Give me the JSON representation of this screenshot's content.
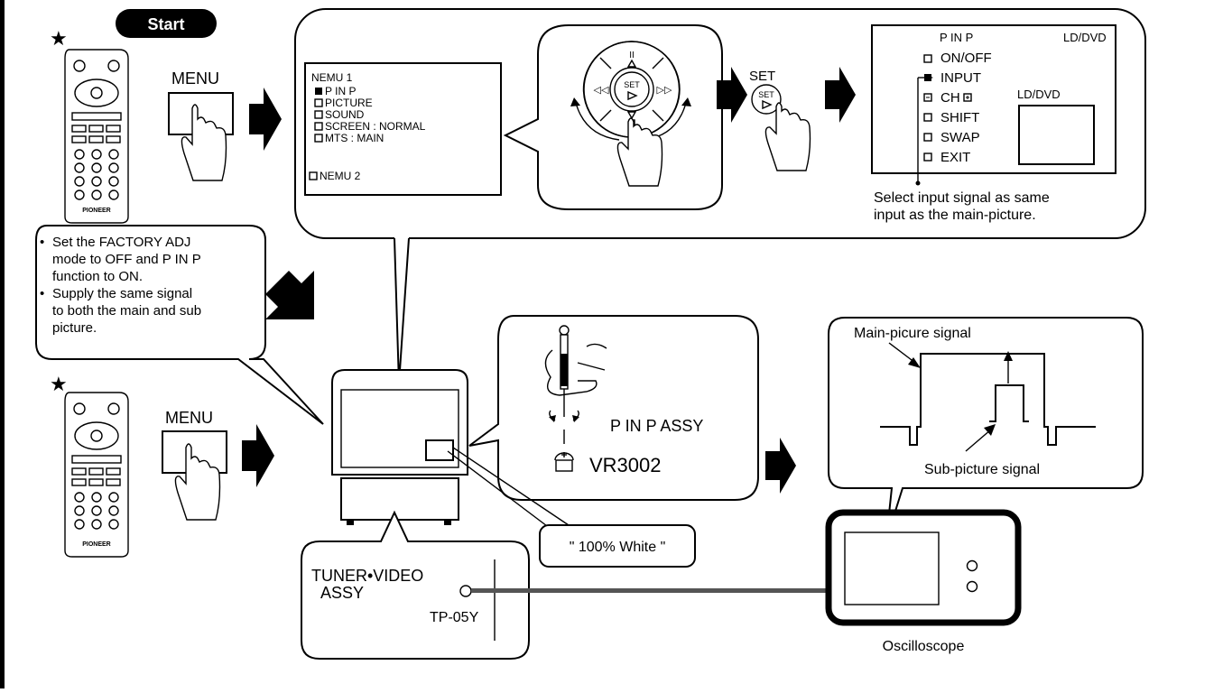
{
  "start_label": "Start",
  "menu_label_top": "MENU",
  "menu_label_bottom": "MENU",
  "set_label": "SET",
  "set_button_text": "SET",
  "menu_screen": {
    "title": "NEMU 1",
    "items": [
      "P IN P",
      "PICTURE",
      "SOUND",
      "SCREEN : NORMAL",
      "MTS : MAIN"
    ],
    "footer": "NEMU 2"
  },
  "pinp_screen": {
    "title": "P IN P",
    "source": "LD/DVD",
    "items": [
      "ON/OFF",
      "INPUT",
      "CH",
      "SHIFT",
      "SWAP",
      "EXIT"
    ],
    "sub_window_label": "LD/DVD"
  },
  "select_note": [
    "Select input signal as same",
    "input as the main-picture."
  ],
  "setup_note": [
    "Set the FACTORY ADJ",
    "mode to OFF and P IN P",
    "function to ON.",
    "Supply the same signal",
    "to both the main and sub",
    "picture."
  ],
  "adjust": {
    "assy": "P IN P  ASSY",
    "vr": "VR3002"
  },
  "white_signal": "\" 100% White \"",
  "tuner": {
    "line1": "TUNER•VIDEO",
    "line2": "ASSY",
    "tp": "TP-05Y"
  },
  "waveform": {
    "main": "Main-picure signal",
    "sub": "Sub-picture signal"
  },
  "oscilloscope_label": "Oscilloscope",
  "remote_brand": "PIONEER"
}
